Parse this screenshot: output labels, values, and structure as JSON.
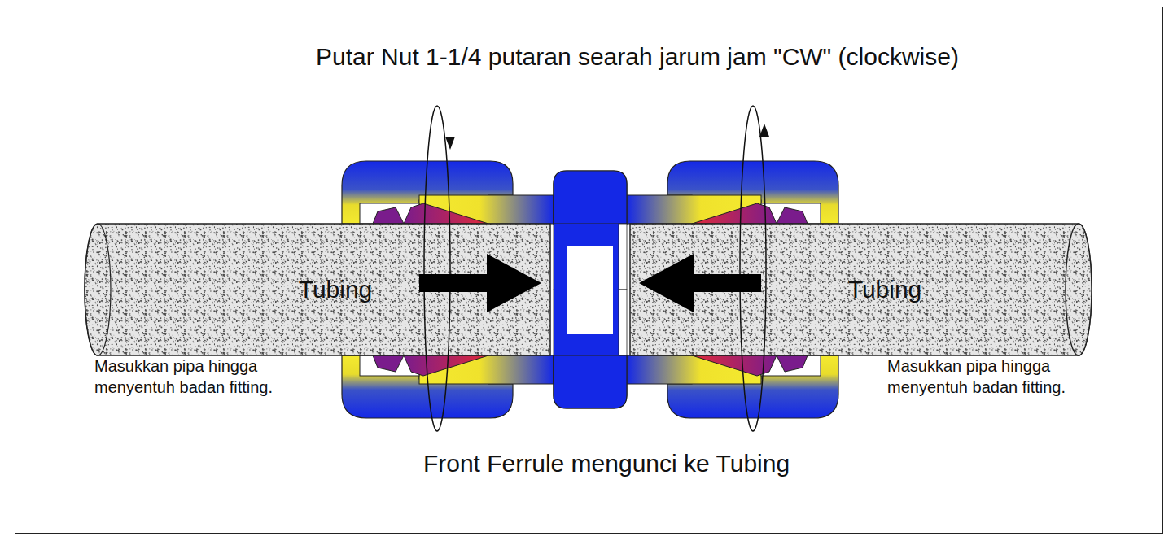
{
  "diagram": {
    "title": "Putar Nut 1-1/4 putaran searah jarum jam \"CW\" (clockwise)",
    "caption": "Front Ferrule mengunci ke Tubing",
    "nodes": [
      {
        "text": [
          "Tubing"
        ]
      },
      {
        "text": [
          "Tubing"
        ]
      }
    ],
    "labels": [
      "Masukkan pipa hingga menyentuh badan fitting.",
      "Masukkan pipa hingga menyentuh badan fitting."
    ]
  }
}
